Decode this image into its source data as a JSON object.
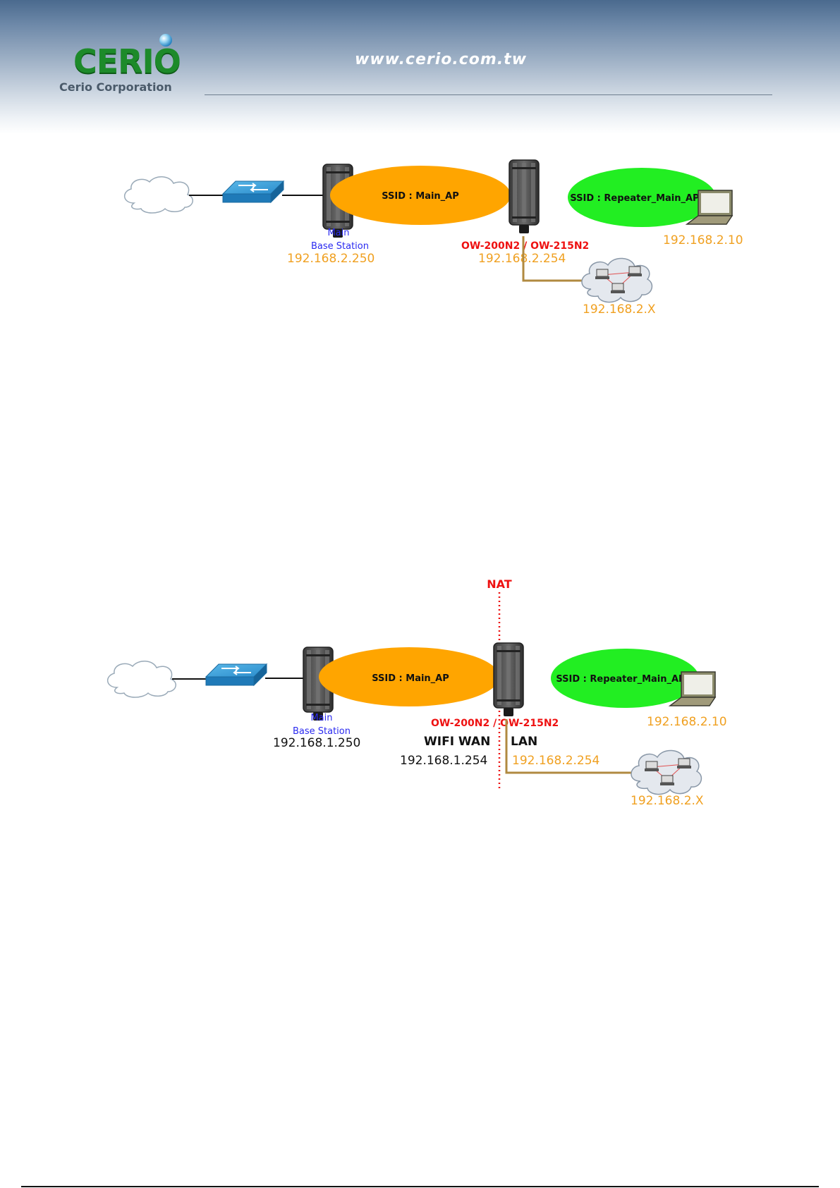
{
  "header": {
    "logo_text": "CERIO",
    "company": "Cerio Corporation",
    "url": "www.cerio.com.tw"
  },
  "diagram1": {
    "ssid_main": "SSID : Main_AP",
    "ssid_repeater": "SSID : Repeater_Main_AP",
    "main_label_1": "Main",
    "main_label_2": "Base Station",
    "main_ip": "192.168.2.250",
    "model": "OW-200N2 / OW-215N2",
    "device_ip": "192.168.2.254",
    "client_ip": "192.168.2.10",
    "lan_ip": "192.168.2.X"
  },
  "diagram2": {
    "nat": "NAT",
    "ssid_main": "SSID : Main_AP",
    "ssid_repeater": "SSID : Repeater_Main_AP",
    "main_label_1": "Main",
    "main_label_2": "Base Station",
    "main_ip": "192.168.1.250",
    "model": "OW-200N2 / OW-215N2",
    "wifi_wan": "WIFI WAN",
    "lan": "LAN",
    "wan_ip": "192.168.1.254",
    "lan_gw_ip": "192.168.2.254",
    "client_ip": "192.168.2.10",
    "lan_ip": "192.168.2.X"
  },
  "colors": {
    "main_ellipse": "#ffa500",
    "repeater_ellipse": "#22ee22",
    "ip_orange": "#f0a020",
    "model_red": "#ee1111",
    "label_blue": "#2a2af0"
  }
}
